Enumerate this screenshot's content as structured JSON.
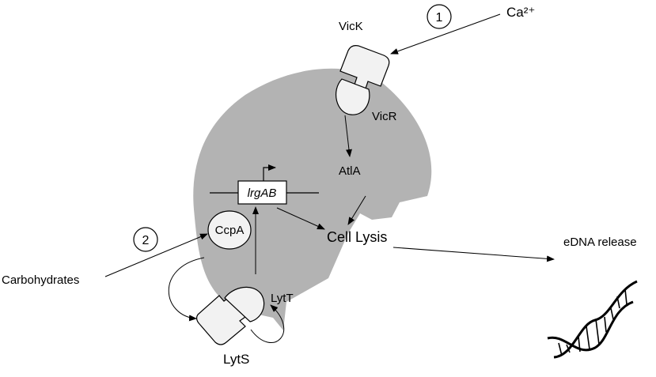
{
  "labels": {
    "vick": "VicK",
    "vicr": "VicR",
    "calcium": "Ca²⁺",
    "step1": "1",
    "step2": "2",
    "atla": "AtlA",
    "gene": "lrgAB",
    "ccpa": "CcpA",
    "cell_lysis": "Cell Lysis",
    "edna_release": "eDNA release",
    "carbohydrates": "Carbohydrates",
    "lytt": "LytT",
    "lyts": "LytS"
  },
  "colors": {
    "cell_fill": "#b3b3b3",
    "protein_fill": "#f2f2f2",
    "stroke": "#000000"
  }
}
